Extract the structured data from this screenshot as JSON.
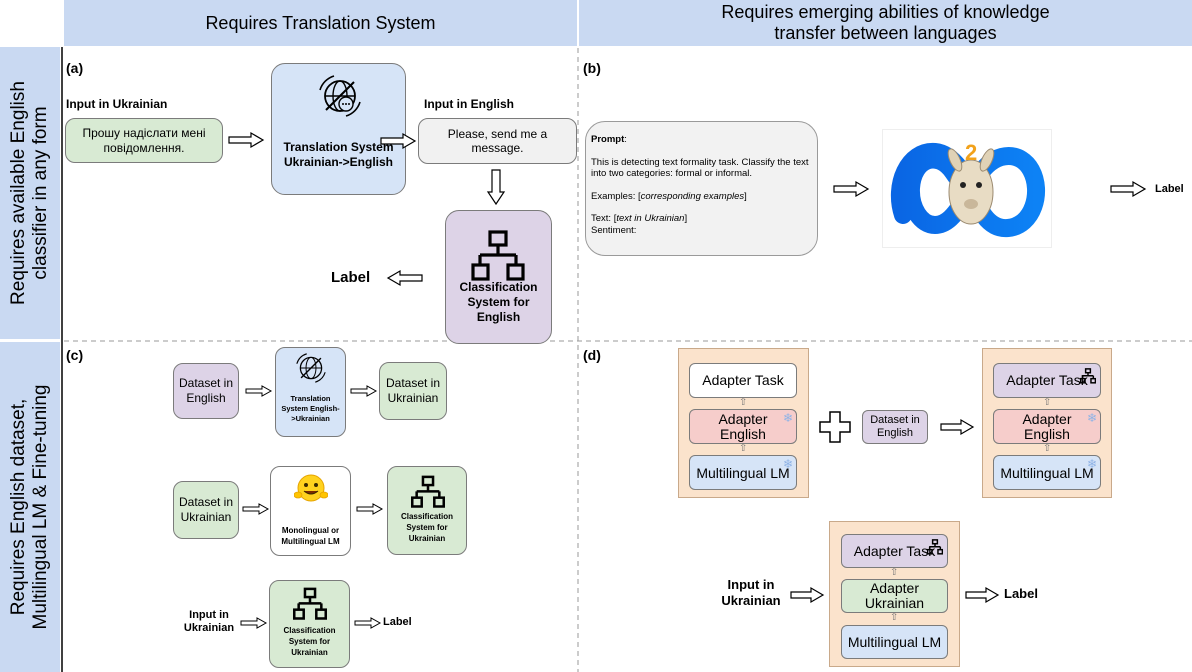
{
  "headers": {
    "col1": "Requires Translation System",
    "col2": "Requires emerging abilities of knowledge transfer between languages",
    "row1": [
      "Requires available English",
      "classifier in any form"
    ],
    "row2": [
      "Requires English dataset,",
      "Multilingual LM & Fine-tuning"
    ]
  },
  "panel_a": {
    "label": "(a)",
    "input_uk_title": "Input in Ukrainian",
    "input_uk_text": "Прошу надіслати мені повідомлення.",
    "translation_box": "Translation System Ukrainian->English",
    "input_en_title": "Input in English",
    "input_en_text": "Please, send me a message.",
    "classifier_box": "Classification System for English",
    "output": "Label"
  },
  "panel_b": {
    "label": "(b)",
    "prompt_title": "Prompt",
    "prompt_colon": ":",
    "prompt_line1": "This is detecting text formality task. Classify the text into two categories: formal or informal.",
    "examples_prefix": "Examples: [",
    "examples_italic": "corresponding examples",
    "examples_suffix": "]",
    "text_prefix": "Text: [",
    "text_italic": "text in Ukrainian",
    "text_suffix": "]",
    "sentiment": "Sentiment:",
    "logo_digit": "2",
    "output": "Label"
  },
  "panel_c": {
    "label": "(c)",
    "row1_dataset": "Dataset in English",
    "row1_translation": "Translation System English->Ukrainian",
    "row1_result": "Dataset in Ukrainian",
    "row2_dataset": "Dataset in Ukrainian",
    "row2_lm": "Monolingual or Multilingual LM",
    "row2_classifier": "Classification System for Ukrainian",
    "row3_input": "Input in Ukrainian",
    "row3_classifier": "Classification System for Ukrainian",
    "row3_output": "Label"
  },
  "panel_d": {
    "label": "(d)",
    "stack1": {
      "task": "Adapter Task",
      "lang": "Adapter English",
      "lm": "Multilingual LM"
    },
    "dataset": "Dataset in English",
    "stack2": {
      "task": "Adapter Task",
      "lang": "Adapter English",
      "lm": "Multilingual LM"
    },
    "input": "Input in Ukrainian",
    "stack3": {
      "task": "Adapter Task",
      "lang": "Adapter Ukrainian",
      "lm": "Multilingual LM"
    },
    "output": "Label"
  },
  "colors": {
    "header": "#c9d9f2",
    "green": "#d8ead3",
    "blue": "#d6e4f7",
    "purple": "#ddd3e7",
    "orange": "#fbe3cc",
    "pink": "#f6cdcb"
  }
}
